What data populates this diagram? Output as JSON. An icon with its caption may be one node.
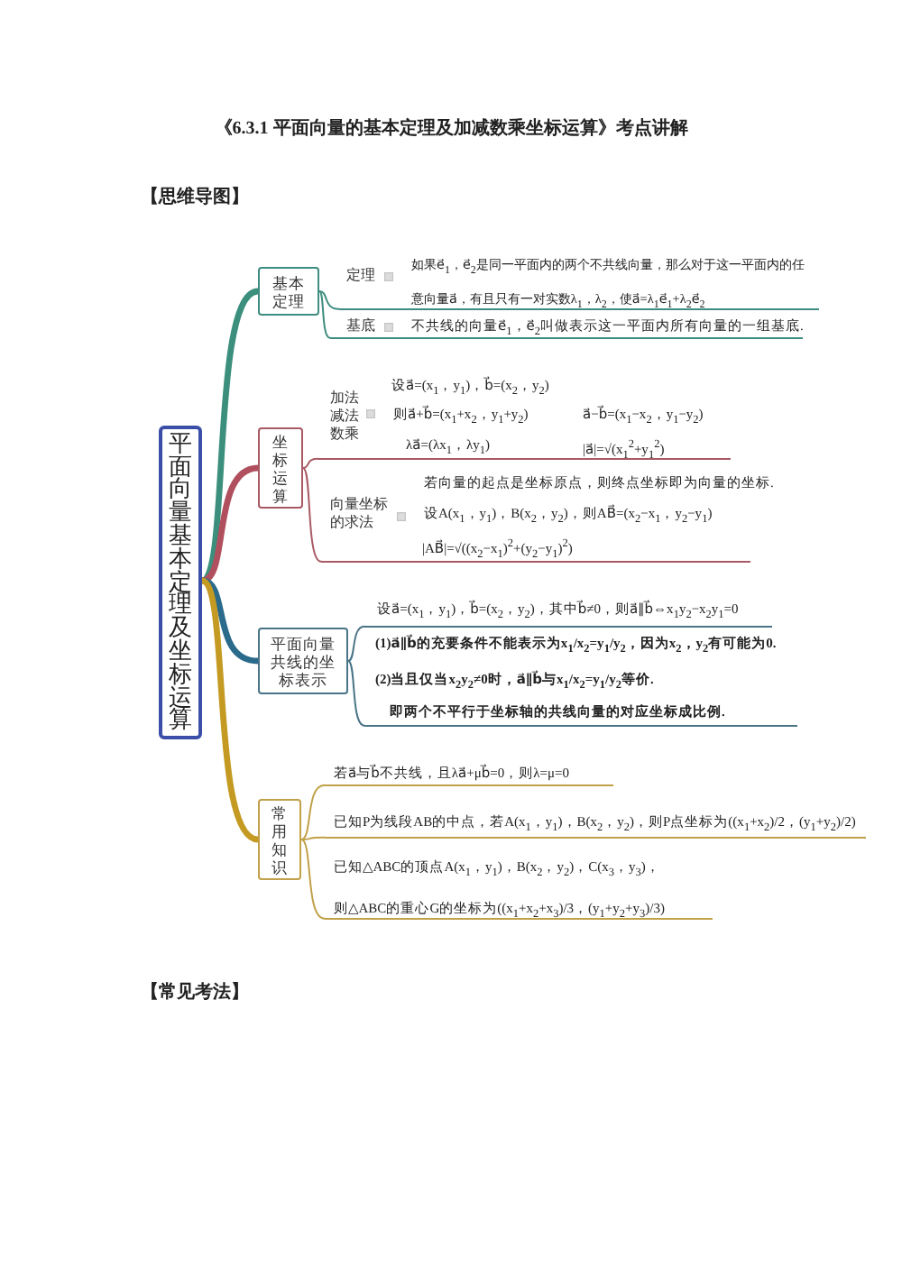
{
  "diagram": {
    "title": "《6.3.1 平面向量的基本定理及加减数乘坐标运算》考点讲解",
    "nodes": [
      {
        "text": [
          "平面向量基本定理及坐标运算"
        ]
      },
      {
        "text": [
          "基本定理"
        ]
      },
      {
        "text": [
          "定理",
          "如果e⃗$_{1}$，e⃗$_{2}$是同一平面内的两个不共线向量，那么对于这一平面内的任意向量a⃗，有且只有一对实数λ$_{1}$，λ$_{2}$，使a⃗=λ$_{1}$e⃗$_{1}$+λ$_{2}$e⃗$_{2}$"
        ]
      },
      {
        "text": [
          "基底",
          "不共线的向量e⃗$_{1}$，e⃗$_{2}$叫做表示这一平面内所有向量的一组基底."
        ]
      },
      {
        "text": [
          "坐标运算"
        ]
      },
      {
        "text": [
          "加法减法数乘",
          "设a⃗=(x$_{1}$，y$_{1}$)，b⃗=(x$_{2}$，y$_{2}$)",
          "则a⃗+b⃗=(x$_{1}$+x$_{2}$，y$_{1}$+y$_{2}$)",
          "a⃗−b⃗=(x$_{1}$−x$_{2}$，y$_{1}$−y$_{2}$)",
          "λa⃗=(λx$_{1}$，λy$_{1}$)",
          "|a⃗|=√(x$_{1}$$^{2}$+y$_{1}$$^{2}$)"
        ]
      },
      {
        "text": [
          "向量坐标的求法",
          "若向量的起点是坐标原点，则终点坐标即为向量的坐标.",
          "设A(x$_{1}$，y$_{1}$)，B(x$_{2}$，y$_{2}$)，则AB⃗=(x$_{2}$−x$_{1}$，y$_{2}$−y$_{1}$)",
          "|AB⃗|=√((x$_{2}$−x$_{1}$)$^{2}$+(y$_{2}$−y$_{1}$)$^{2}$)"
        ]
      },
      {
        "text": [
          "平面向量共线的坐标表示"
        ]
      },
      {
        "text": [
          "设a⃗=(x$_{1}$，y$_{1}$)，b⃗=(x$_{2}$，y$_{2}$)，其中b⃗≠0，则a⃗∥b⃗⇔x$_{1}$y$_{2}$−x$_{2}$y$_{1}$=0"
        ]
      },
      {
        "text": [
          "(1)a⃗∥b⃗的充要条件不能表示为x$_{1}$/x$_{2}$=y$_{1}$/y$_{2}$，因为x$_{2}$，y$_{2}$有可能为0.",
          "(2)当且仅当x$_{2}$y$_{2}$≠0时，a⃗∥b⃗与x$_{1}$/x$_{2}$=y$_{1}$/y$_{2}$等价.",
          "即两个不平行于坐标轴的共线向量的对应坐标成比例."
        ]
      },
      {
        "text": [
          "常用知识"
        ]
      },
      {
        "text": [
          "若a⃗与b⃗不共线，且λa⃗+μb⃗=0，则λ=μ=0"
        ]
      },
      {
        "text": [
          "已知P为线段AB的中点，若A(x$_{1}$，y$_{1}$)，B(x$_{2}$，y$_{2}$)，则P点坐标为((x$_{1}$+x$_{2}$)/2，(y$_{1}$+y$_{2}$)/2)"
        ]
      },
      {
        "text": [
          "已知△ABC的顶点A(x$_{1}$，y$_{1}$)，B(x$_{2}$，y$_{2}$)，C(x$_{3}$，y$_{3}$)，",
          "则△ABC的重心G的坐标为((x$_{1}$+x$_{2}$+x$_{3}$)/3，(y$_{1}$+y$_{2}$+y$_{3}$)/3)"
        ]
      }
    ],
    "edges": [
      {
        "from": 0,
        "to": 1,
        "arrow": "none",
        "style": "thick",
        "color": "#3b8f7c"
      },
      {
        "from": 0,
        "to": 4,
        "arrow": "none",
        "style": "thick",
        "color": "#b0505e"
      },
      {
        "from": 0,
        "to": 7,
        "arrow": "none",
        "style": "thick",
        "color": "#2a6a8a"
      },
      {
        "from": 0,
        "to": 10,
        "arrow": "none",
        "style": "thick",
        "color": "#c49a22"
      },
      {
        "from": 1,
        "to": 2,
        "arrow": "none",
        "color": "#3f8d80"
      },
      {
        "from": 1,
        "to": 3,
        "arrow": "none",
        "color": "#3f8d80"
      },
      {
        "from": 4,
        "to": 5,
        "arrow": "none",
        "color": "#a85a64"
      },
      {
        "from": 4,
        "to": 6,
        "arrow": "none",
        "color": "#a85a64"
      },
      {
        "from": 7,
        "to": 8,
        "arrow": "none",
        "color": "#4a7487"
      },
      {
        "from": 7,
        "to": 9,
        "arrow": "none",
        "color": "#4a7487"
      },
      {
        "from": 10,
        "to": 11,
        "arrow": "none",
        "color": "#c0a048"
      },
      {
        "from": 10,
        "to": 12,
        "arrow": "none",
        "color": "#c0a048"
      },
      {
        "from": 10,
        "to": 13,
        "arrow": "none",
        "color": "#c0a048"
      }
    ],
    "labels": [
      "【思维导图】",
      "【常见考法】"
    ]
  }
}
